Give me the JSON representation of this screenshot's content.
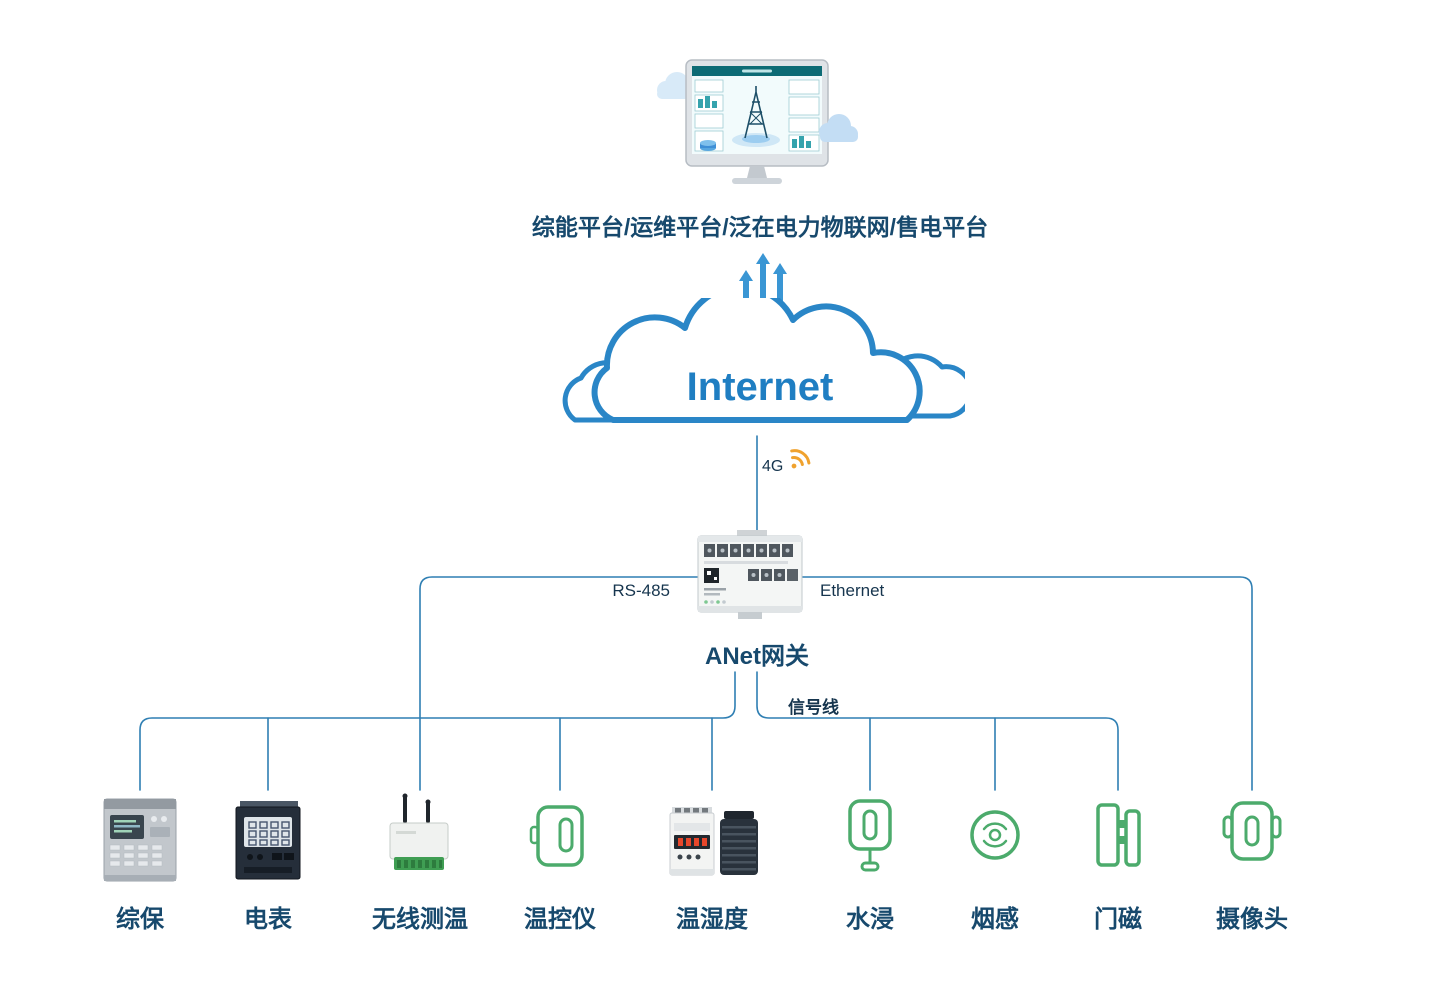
{
  "platform": {
    "label": "综能平台/运维平台/泛在电力物联网/售电平台"
  },
  "internet": {
    "label": "Internet"
  },
  "uplink": {
    "label": "4G"
  },
  "gateway": {
    "label": "ANet网关",
    "rs485_label": "RS-485",
    "ethernet_label": "Ethernet",
    "signal_label": "信号线"
  },
  "devices": [
    {
      "id": "protection-relay",
      "label": "综保"
    },
    {
      "id": "power-meter",
      "label": "电表"
    },
    {
      "id": "wireless-temp-sensor",
      "label": "无线测温"
    },
    {
      "id": "temp-controller",
      "label": "温控仪"
    },
    {
      "id": "temp-humidity-sensor",
      "label": "温湿度"
    },
    {
      "id": "water-leak-sensor",
      "label": "水浸"
    },
    {
      "id": "smoke-detector",
      "label": "烟感"
    },
    {
      "id": "door-magnet",
      "label": "门磁"
    },
    {
      "id": "camera",
      "label": "摄像头"
    }
  ],
  "colors": {
    "line": "#2f7fb3",
    "cloud_stroke": "#2a86c7",
    "internet_text": "#1f7ec2",
    "label_text": "#17496d",
    "device_icon_green": "#4cab6c",
    "wifi_orange": "#f0a22e",
    "arrow_blue": "#3a96d4"
  }
}
